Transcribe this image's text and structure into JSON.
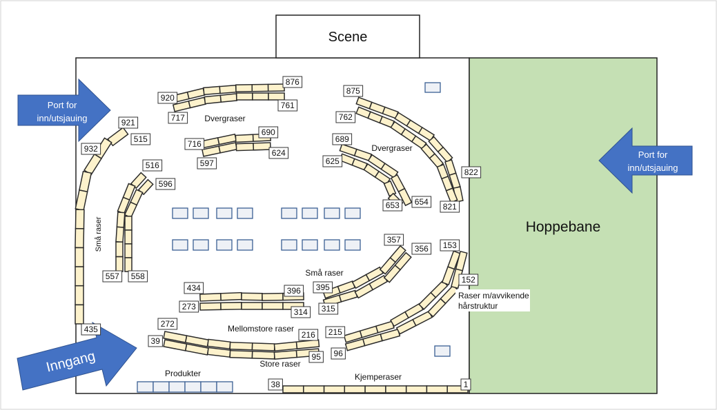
{
  "labels": {
    "scene": "Scene",
    "hoppebane": "Hoppebane",
    "dvergraser_left": "Dvergraser",
    "dvergraser_right": "Dvergraser",
    "sma_raser_left": "Små raser",
    "sma_raser_right": "Små raser",
    "mellomstore_raser": "Mellomstore raser",
    "store_raser": "Store raser",
    "avvikende_line1": "Raser m/avvikende",
    "avvikende_line2": "hårstruktur",
    "kjemperaser": "Kjemperaser",
    "produkter": "Produkter"
  },
  "arrows": {
    "port_left_line1": "Port for",
    "port_left_line2": "inn/utsjauing",
    "port_right_line1": "Port for",
    "port_right_line2": "inn/utsjauing",
    "entrance": "Inngang"
  },
  "numbers": {
    "n920": "920",
    "n876": "876",
    "n717": "717",
    "n761": "761",
    "n690": "690",
    "n716": "716",
    "n597": "597",
    "n624": "624",
    "n875": "875",
    "n762": "762",
    "n689": "689",
    "n625": "625",
    "n653": "653",
    "n654": "654",
    "n822": "822",
    "n821": "821",
    "n921": "921",
    "n932": "932",
    "n515": "515",
    "n516": "516",
    "n596": "596",
    "n557": "557",
    "n558": "558",
    "n435": "435",
    "n357": "357",
    "n356": "356",
    "n153": "153",
    "n152": "152",
    "n395": "395",
    "n315": "315",
    "n434": "434",
    "n396": "396",
    "n273": "273",
    "n314": "314",
    "n272": "272",
    "n39": "39",
    "n216": "216",
    "n95": "95",
    "n215": "215",
    "n96": "96",
    "n38": "38",
    "n1": "1"
  },
  "colors": {
    "hoppebane_fill": "#c5e0b4",
    "arrow_fill": "#4472c4",
    "seat_fill": "#fdf2cc"
  }
}
